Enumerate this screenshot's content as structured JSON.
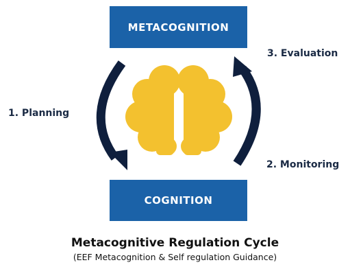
{
  "boxes": {
    "top": "METACOGNITION",
    "bottom": "COGNITION"
  },
  "steps": {
    "planning": "1. Planning",
    "monitoring": "2. Monitoring",
    "evaluation": "3. Evaluation"
  },
  "caption": {
    "title": "Metacognitive Regulation Cycle",
    "subtitle": "(EEF Metacognition & Self regulation Guidance)"
  },
  "colors": {
    "box": "#1b62a8",
    "arrow": "#0f1f3d",
    "brain": "#f3c12f"
  },
  "icons": {
    "center": "brain-icon",
    "left_arrow": "curved-arrow-down-icon",
    "right_arrow": "curved-arrow-up-icon"
  }
}
